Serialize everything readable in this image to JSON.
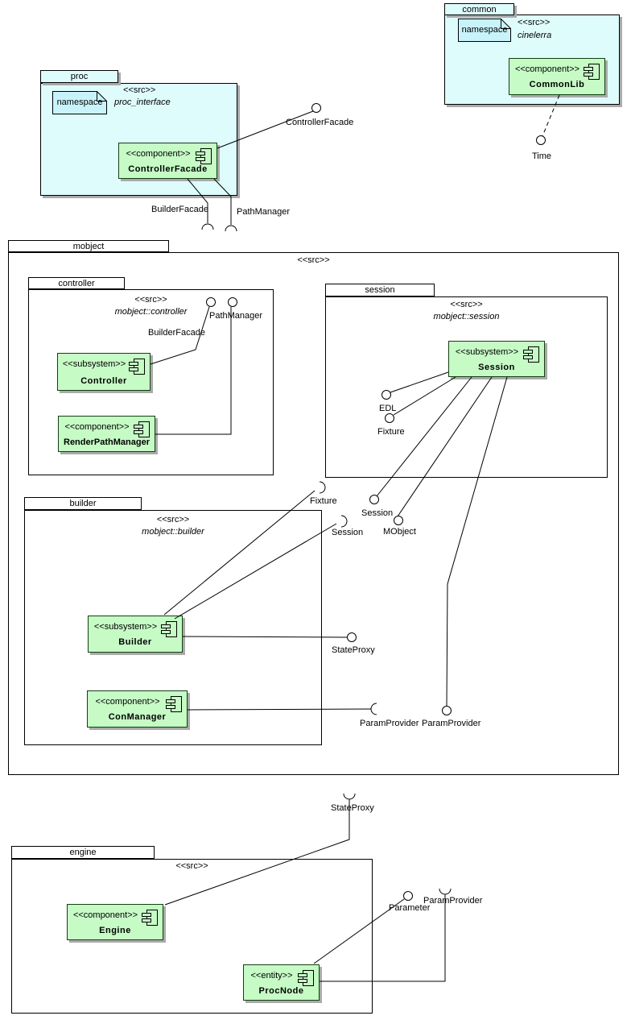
{
  "diagram_type": "UML component diagram",
  "colors": {
    "package_fill": "#dffcfd",
    "note_fill": "#c9f3fa",
    "component_fill": "#c6fbc6",
    "shadow": "#aaaaaa",
    "line": "#000000"
  },
  "packages": {
    "common": {
      "tab": "common",
      "src": "<<src>>",
      "note": "namespace",
      "namespace": "cinelerra"
    },
    "proc": {
      "tab": "proc",
      "src": "<<src>>",
      "note": "namespace",
      "namespace": "proc_interface"
    },
    "mobject": {
      "tab": "mobject",
      "src": "<<src>>"
    },
    "controller": {
      "tab": "controller",
      "src": "<<src>>",
      "namespace": "mobject::controller"
    },
    "session": {
      "tab": "session",
      "src": "<<src>>",
      "namespace": "mobject::session"
    },
    "builder": {
      "tab": "builder",
      "src": "<<src>>",
      "namespace": "mobject::builder"
    },
    "engine": {
      "tab": "engine",
      "src": "<<src>>"
    }
  },
  "components": {
    "commonlib": {
      "stereotype": "<<component>>",
      "name": "CommonLib"
    },
    "controllerfacade": {
      "stereotype": "<<component>>",
      "name": "ControllerFacade"
    },
    "controller": {
      "stereotype": "<<subsystem>>",
      "name": "Controller"
    },
    "renderpathmanager": {
      "stereotype": "<<component>>",
      "name": "RenderPathManager"
    },
    "session": {
      "stereotype": "<<subsystem>>",
      "name": "Session"
    },
    "builder": {
      "stereotype": "<<subsystem>>",
      "name": "Builder"
    },
    "conmanager": {
      "stereotype": "<<component>>",
      "name": "ConManager"
    },
    "engine": {
      "stereotype": "<<component>>",
      "name": "Engine"
    },
    "procnode": {
      "stereotype": "<<entity>>",
      "name": "ProcNode"
    }
  },
  "interfaces": {
    "time": "Time",
    "controllerfacade": "ControllerFacade",
    "builderfacade_req": "BuilderFacade",
    "pathmanager_req": "PathManager",
    "builderfacade_prov": "BuilderFacade",
    "pathmanager_prov": "PathManager",
    "edl": "EDL",
    "fixture_prov": "Fixture",
    "fixture_req": "Fixture",
    "session_prov": "Session",
    "session_req": "Session",
    "mobject": "MObject",
    "stateproxy_prov": "StateProxy",
    "stateproxy_req": "StateProxy",
    "paramprovider_req_mo": "ParamProvider",
    "paramprovider_prov": "ParamProvider",
    "parameter": "Parameter",
    "paramprovider_req_en": "ParamProvider"
  }
}
